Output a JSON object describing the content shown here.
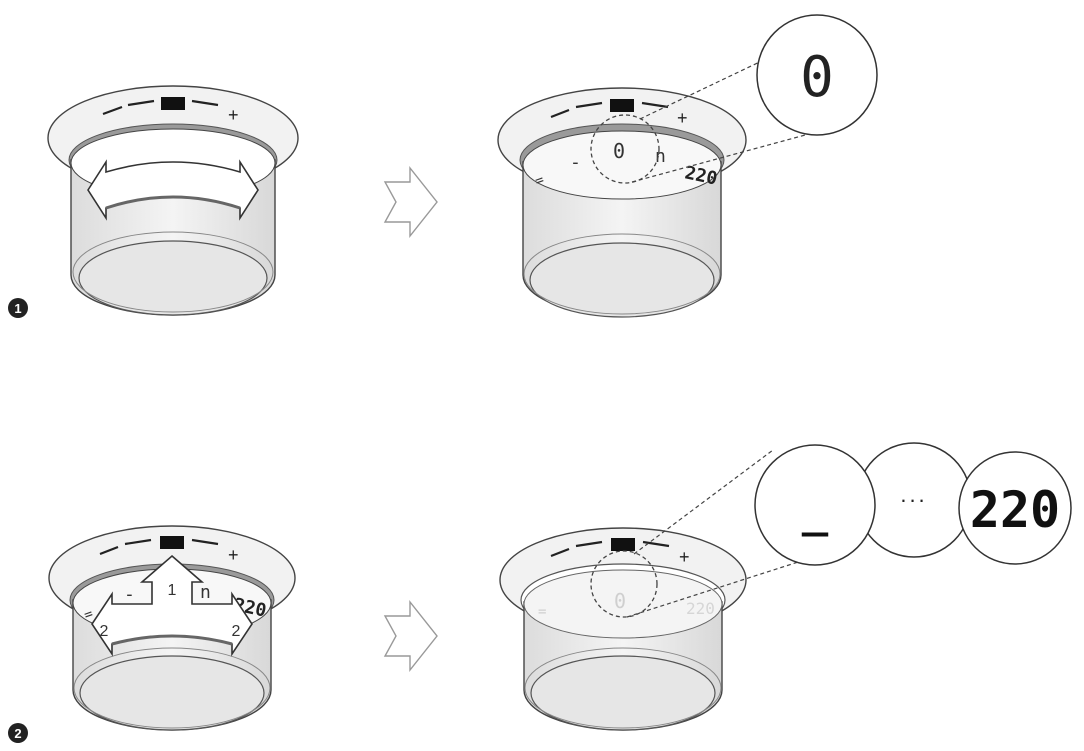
{
  "steps": [
    {
      "badge": "1"
    },
    {
      "badge": "2"
    }
  ],
  "scale": {
    "minus": "–",
    "plus": "+",
    "ring_labels": [
      "=",
      "-",
      "0",
      "n",
      "220"
    ]
  },
  "zoom": {
    "step1": [
      "0"
    ],
    "step2": [
      "_",
      "...",
      "220"
    ]
  },
  "direction_labels": {
    "up": "1",
    "left": "2",
    "right": "2"
  },
  "colors": {
    "line": "#333333",
    "ring_fill": "#f2f2f2",
    "body_fill": "#ececec",
    "cap_fill": "#e6e6e6",
    "indicator": "#111111"
  }
}
